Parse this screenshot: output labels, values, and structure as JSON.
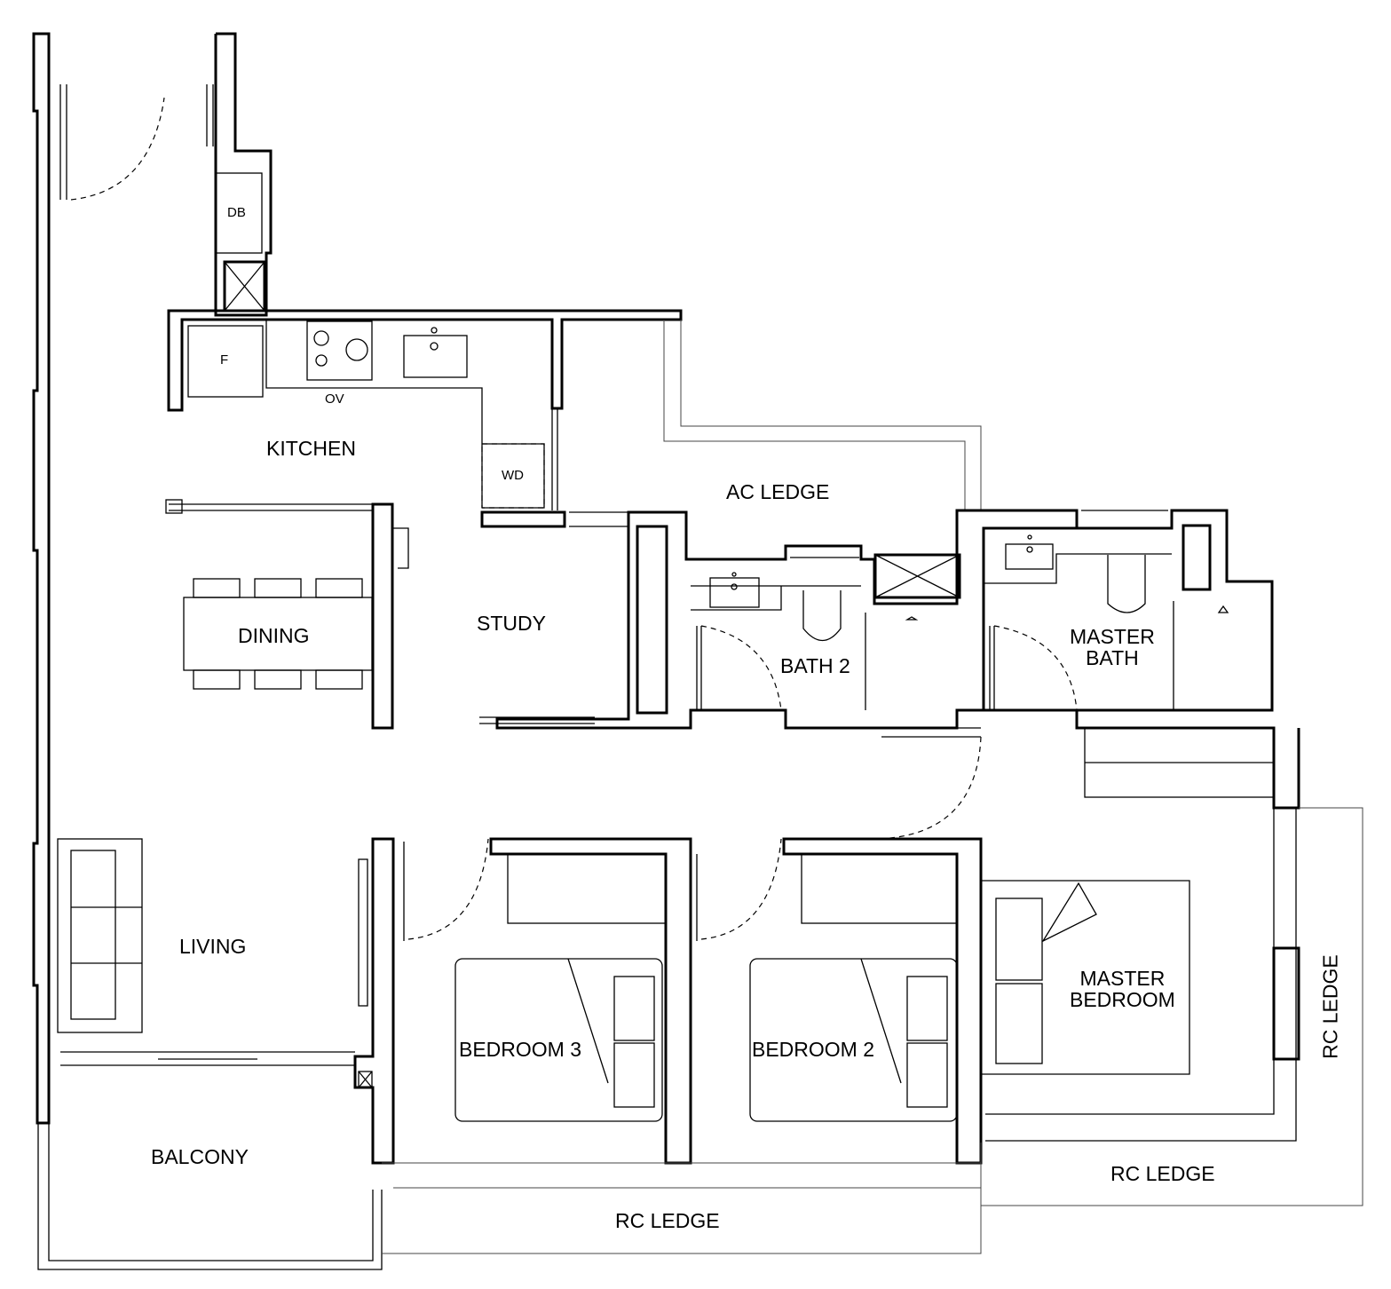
{
  "plan": {
    "rooms": {
      "kitchen": "KITCHEN",
      "dining": "DINING",
      "study": "STUDY",
      "living": "LIVING",
      "balcony": "BALCONY",
      "ac_ledge": "AC LEDGE",
      "bath2": "BATH 2",
      "master_bath_l1": "MASTER",
      "master_bath_l2": "BATH",
      "bedroom3": "BEDROOM 3",
      "bedroom2": "BEDROOM 2",
      "master_bedroom_l1": "MASTER",
      "master_bedroom_l2": "BEDROOM",
      "rc_ledge_bottom": "RC LEDGE",
      "rc_ledge_right_bottom": "RC LEDGE",
      "rc_ledge_right": "RC LEDGE"
    },
    "fixtures": {
      "db": "DB",
      "fridge": "F",
      "oven": "OV",
      "washer_dryer": "WD"
    }
  }
}
